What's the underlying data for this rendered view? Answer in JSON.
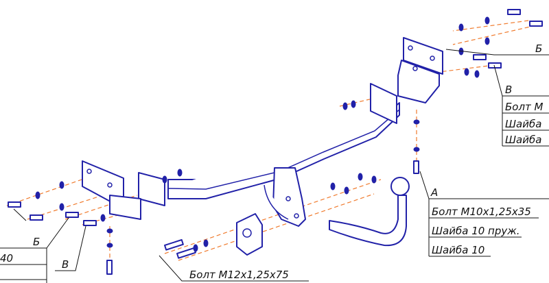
{
  "labels": {
    "b_right": "Б",
    "v_right": "В",
    "bolt_m10_partial": "Болт M",
    "washer_1_partial": "Шайба",
    "washer_2_partial": "Шайба",
    "a": "А",
    "bolt_a": "Болт М10х1,25х35",
    "washer_a_spring": "Шайба 10 пруж.",
    "washer_a": "Шайба 10",
    "b_left": "Б",
    "v_left": "В",
    "left_partial": "40",
    "bolt_bottom": "Болт М12х1,25х75"
  },
  "colors": {
    "line": "#2121a8",
    "axis": "#f07a2c",
    "text": "#111111",
    "background": "#ffffff"
  }
}
